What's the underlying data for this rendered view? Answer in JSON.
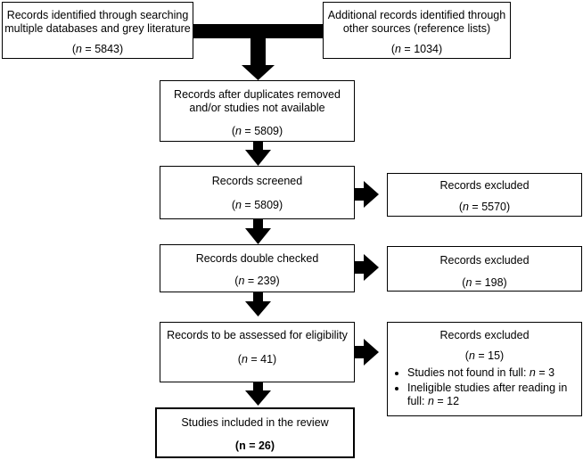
{
  "flow": {
    "identified_db": {
      "label": "Records identified through searching multiple databases and grey literature",
      "n": "5843"
    },
    "identified_other": {
      "label": "Additional records identified through other sources (reference lists)",
      "n": "1034"
    },
    "after_duplicates": {
      "label": "Records after duplicates removed and/or studies not available",
      "n": "5809"
    },
    "screened": {
      "label": "Records screened",
      "n": "5809"
    },
    "excluded_screen": {
      "label": "Records excluded",
      "n": "5570"
    },
    "double_checked": {
      "label": "Records double checked",
      "n": "239"
    },
    "excluded_check": {
      "label": "Records excluded",
      "n": "198"
    },
    "eligibility": {
      "label": "Records to be assessed for eligibility",
      "n": "41"
    },
    "excluded_eligibility": {
      "label": "Records excluded",
      "n": "15",
      "reasons": [
        {
          "text": "Studies not found in full: ",
          "n": "3"
        },
        {
          "text": "Ineligible studies after reading in full: ",
          "n": "12"
        }
      ]
    },
    "included": {
      "label": "Studies included in the review",
      "n": "n = 26"
    }
  }
}
